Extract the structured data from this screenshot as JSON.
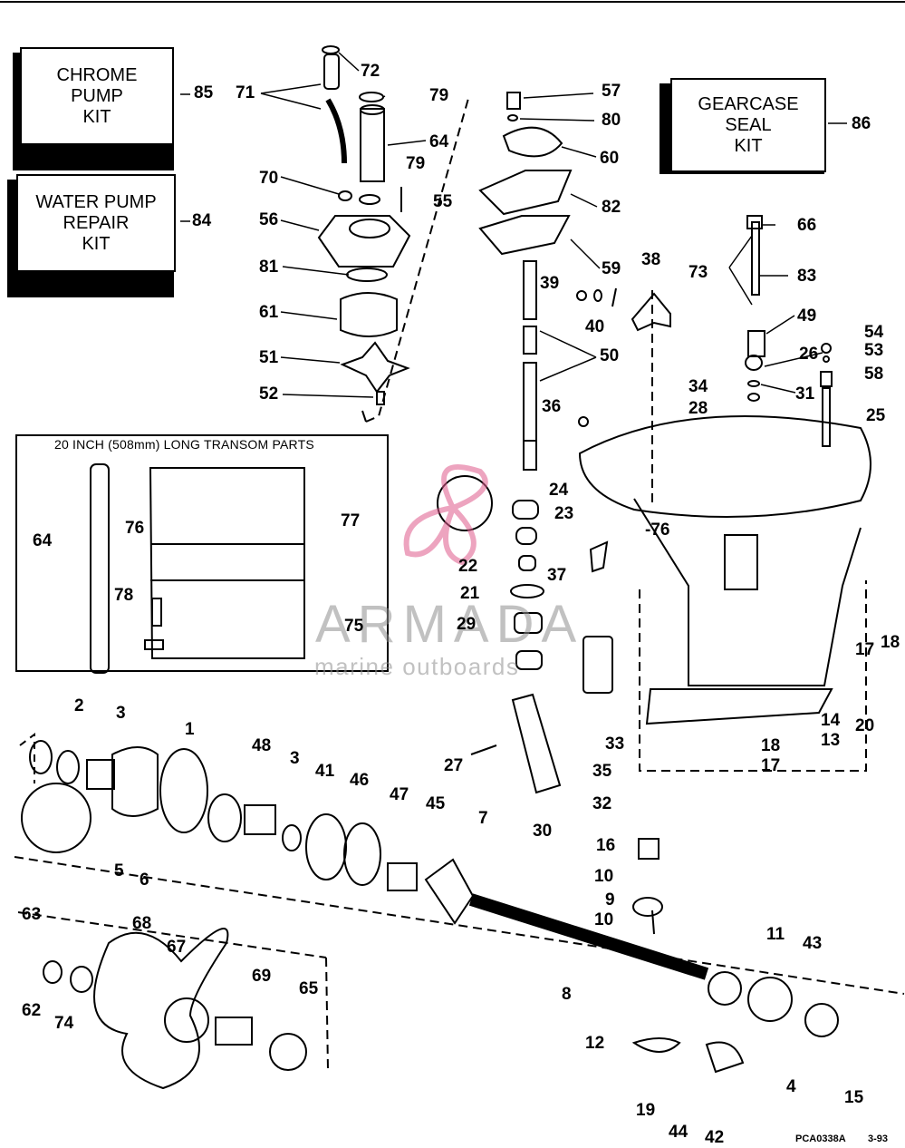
{
  "kits": {
    "chrome_pump": {
      "lines": [
        "CHROME",
        "PUMP",
        "KIT"
      ],
      "number": "85"
    },
    "water_pump_repair": {
      "lines": [
        "WATER PUMP",
        "REPAIR",
        "KIT"
      ],
      "number": "84"
    },
    "gearcase_seal": {
      "lines": [
        "GEARCASE",
        "SEAL",
        "KIT"
      ],
      "number": "86"
    }
  },
  "inset": {
    "title": "20 INCH (508mm) LONG TRANSOM PARTS"
  },
  "watermark": {
    "brand": "ARMADA",
    "tagline": "marine outboards"
  },
  "footer": {
    "drawing_code": "PCA0338A",
    "date": "3-93"
  },
  "colors": {
    "line": "#000000",
    "watermark_pink": "#e05a8c",
    "watermark_gray": "#8f8f8f"
  },
  "callouts": {
    "c72": "72",
    "c71": "71",
    "c79a": "79",
    "c64": "64",
    "c70": "70",
    "c79b": "79",
    "c55": "55",
    "c56": "56",
    "c81": "81",
    "c61": "61",
    "c51": "51",
    "c52": "52",
    "c57": "57",
    "c80": "80",
    "c60": "60",
    "c82": "82",
    "c59": "59",
    "c39": "39",
    "c40": "40",
    "c38": "38",
    "c50": "50",
    "c36": "36",
    "c66": "66",
    "c73": "73",
    "c83": "83",
    "c49": "49",
    "c54": "54",
    "c26": "26",
    "c53": "53",
    "c34": "34",
    "c31": "31",
    "c58": "58",
    "c28": "28",
    "c25": "25",
    "c64b": "64",
    "c76": "76",
    "c77": "77",
    "c78": "78",
    "c75": "75",
    "c24": "24",
    "c23": "23",
    "c22": "22",
    "c37": "37",
    "c21": "21",
    "c29": "29",
    "c76b": "-76",
    "c17": "17",
    "c18": "18",
    "c20": "20",
    "c14": "14",
    "c13": "13",
    "c18b": "18",
    "c17b": "17",
    "c2": "2",
    "c3": "3",
    "c1": "1",
    "c48": "48",
    "c3b": "3",
    "c41": "41",
    "c46": "46",
    "c47": "47",
    "c45": "45",
    "c7": "7",
    "c5": "5",
    "c6": "6",
    "c27": "27",
    "c30": "30",
    "c33": "33",
    "c35": "35",
    "c32": "32",
    "c16": "16",
    "c10": "10",
    "c9": "9",
    "c10b": "10",
    "c63": "63",
    "c68": "68",
    "c67": "67",
    "c69": "69",
    "c65": "65",
    "c62": "62",
    "c74": "74",
    "c8": "8",
    "c11": "11",
    "c43": "43",
    "c12": "12",
    "c4": "4",
    "c15": "15",
    "c19": "19",
    "c44": "44",
    "c42": "42"
  }
}
